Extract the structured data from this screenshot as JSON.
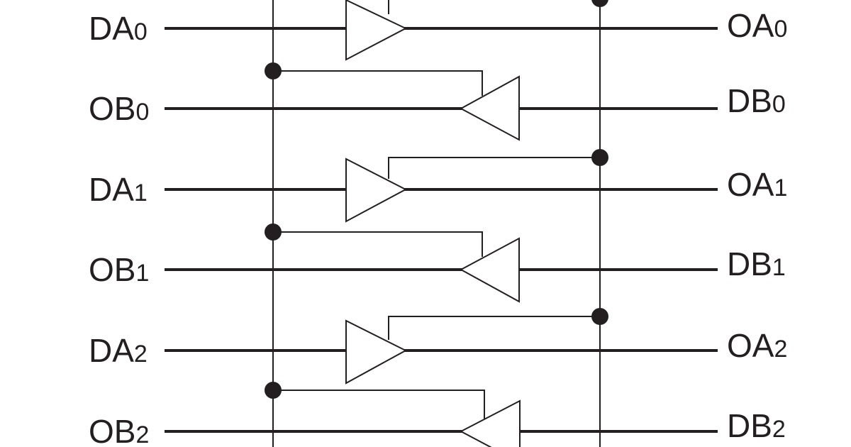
{
  "diagram": {
    "left_signals": [
      {
        "name": "DA",
        "index": "0"
      },
      {
        "name": "OB",
        "index": "0"
      },
      {
        "name": "DA",
        "index": "1"
      },
      {
        "name": "OB",
        "index": "1"
      },
      {
        "name": "DA",
        "index": "2"
      },
      {
        "name": "OB",
        "index": "2"
      }
    ],
    "right_signals": [
      {
        "name": "OA",
        "index": "0"
      },
      {
        "name": "DB",
        "index": "0"
      },
      {
        "name": "OA",
        "index": "1"
      },
      {
        "name": "DB",
        "index": "1"
      },
      {
        "name": "OA",
        "index": "2"
      },
      {
        "name": "DB",
        "index": "2"
      }
    ],
    "colors": {
      "ink": "#231f20",
      "background": "#ffffff"
    }
  }
}
